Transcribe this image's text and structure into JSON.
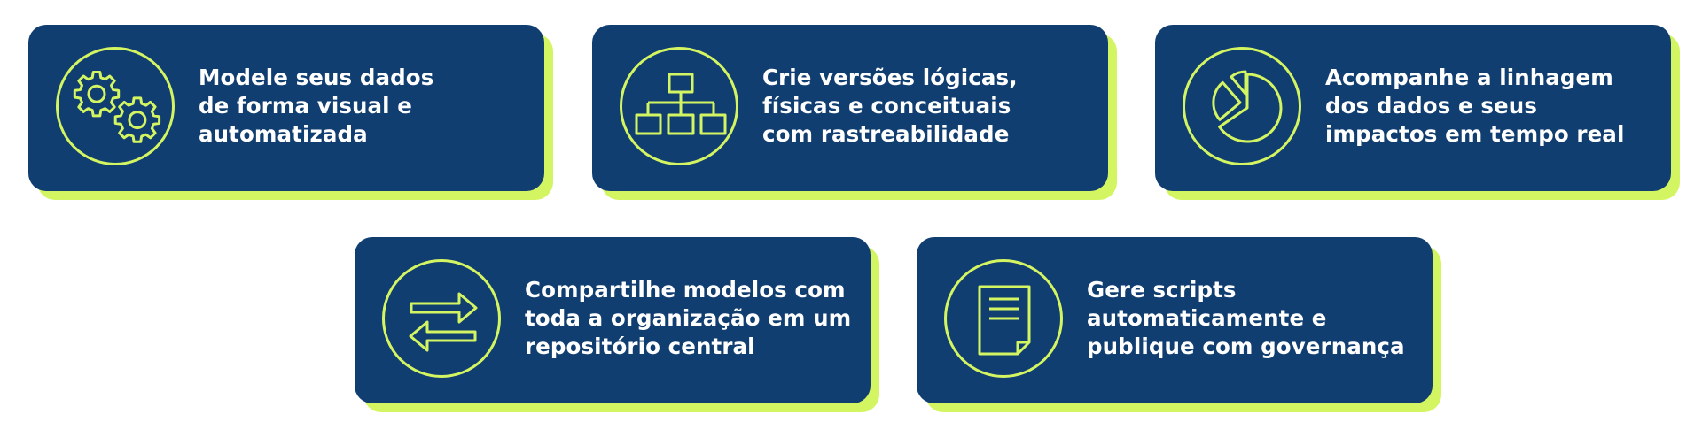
{
  "cards": [
    {
      "icon": "gears-icon",
      "lines": [
        "Modele seus dados",
        "de forma visual e",
        "automatizada"
      ]
    },
    {
      "icon": "hierarchy-icon",
      "lines": [
        "Crie versões lógicas,",
        "físicas e conceituais",
        "com rastreabilidade"
      ]
    },
    {
      "icon": "pie-chart-icon",
      "lines": [
        "Acompanhe a linhagem",
        "dos dados e seus",
        "impactos em tempo real"
      ]
    },
    {
      "icon": "swap-arrows-icon",
      "lines": [
        "Compartilhe modelos com",
        "toda a organização em um",
        "repositório central"
      ]
    },
    {
      "icon": "document-icon",
      "lines": [
        "Gere scripts",
        "automaticamente e",
        "publique com governança"
      ]
    }
  ],
  "colors": {
    "card": "#113e71",
    "accent": "#d4f562",
    "text": "#ffffff"
  }
}
